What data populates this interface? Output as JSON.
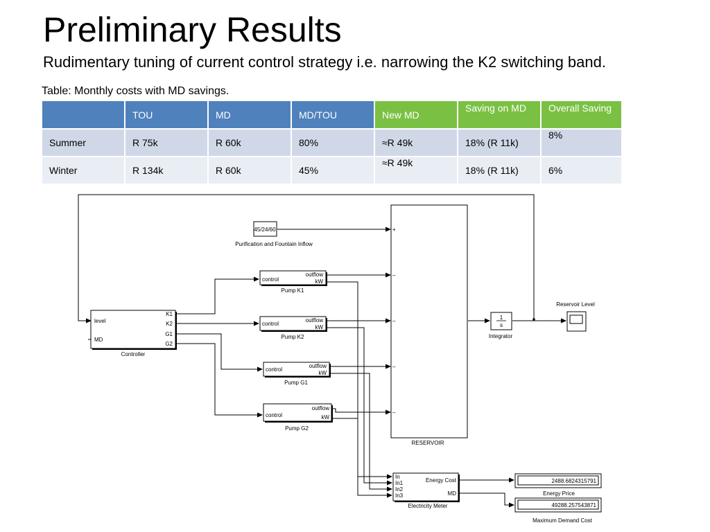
{
  "slide": {
    "title": "Preliminary Results",
    "subtitle": "Rudimentary tuning of current control strategy i.e. narrowing the K2 switching band."
  },
  "table": {
    "caption": "Table: Monthly costs with MD savings.",
    "headers": [
      "",
      "TOU",
      "MD",
      "MD/TOU",
      "New MD",
      "Saving on MD",
      "Overall Saving"
    ],
    "header_colors": {
      "blue": "#4f81bd",
      "green": "#7ac143"
    },
    "rows": [
      [
        "Summer",
        "R 75k",
        "R 60k",
        "80%",
        "≈R 49k",
        "18% (R 11k)",
        "8%"
      ],
      [
        "Winter",
        "R 134k",
        "R 60k",
        "45%",
        "≈R 49k",
        "18% (R 11k)",
        "6%"
      ]
    ]
  },
  "diagram": {
    "inflow": {
      "value": "45/24/60",
      "label": "Purification and Fountain Inflow"
    },
    "controller": {
      "label": "Controller",
      "inputs": [
        "level",
        "MD"
      ],
      "outputs": [
        "K1",
        "K2",
        "G1",
        "G2"
      ]
    },
    "pumps": [
      {
        "label": "Pump K1",
        "in": "control",
        "out1": "outflow",
        "out2": "kW"
      },
      {
        "label": "Pump K2",
        "in": "control",
        "out1": "outflow",
        "out2": "kW"
      },
      {
        "label": "Pump G1",
        "in": "control",
        "out1": "outflow",
        "out2": "kW"
      },
      {
        "label": "Pump G2",
        "in": "control",
        "out1": "outflow",
        "out2": "kW"
      }
    ],
    "reservoir": {
      "label": "RESERVOIR",
      "ports": [
        "+",
        "–",
        "–",
        "–",
        "–"
      ]
    },
    "integrator": {
      "label": "Integrator",
      "num": "1",
      "den": "s"
    },
    "scope": {
      "label": "Reservoir Level"
    },
    "meter": {
      "label": "Electricity Meter",
      "inputs": [
        "In",
        "In1",
        "In2",
        "In3"
      ],
      "outputs": [
        "Energy Cost",
        "MD"
      ]
    },
    "displays": [
      {
        "value": "2488.6824315791",
        "label": "Energy Price"
      },
      {
        "value": "49288.257543871",
        "label": "Maximum Demand Cost"
      }
    ]
  }
}
